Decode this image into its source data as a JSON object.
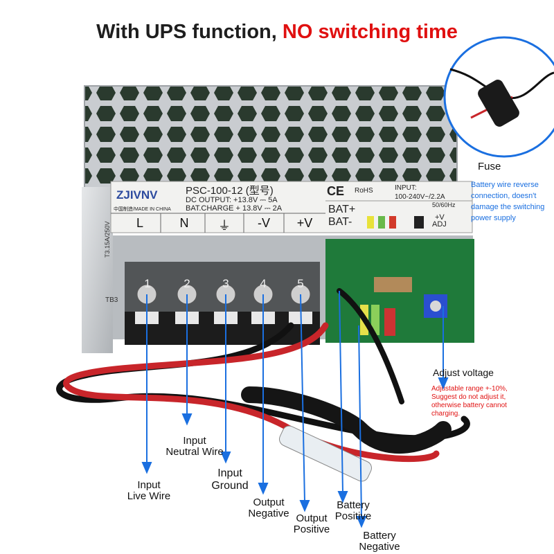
{
  "headline": {
    "part1": "With UPS function, ",
    "part2": "NO switching time"
  },
  "colors": {
    "headline_dark": "#1e1e1e",
    "headline_red": "#e01010",
    "arrow_blue": "#1a6fe0",
    "note_red": "#e01010",
    "pcb_green": "#1f7a3a"
  },
  "fuse": {
    "title": "Fuse",
    "note_lines": [
      "Battery wire reverse",
      "connection, doesn't",
      "damage the switching",
      "power supply"
    ]
  },
  "adjust": {
    "title": "Adjust voltage",
    "note_lines": [
      "Adjustable range +-10%,",
      "Suggest do not adjust it,",
      "otherwise battery cannot",
      "charging."
    ]
  },
  "plate": {
    "brand": "ZJIVNV",
    "model": "PSC-100-12 (型号)",
    "made_in": "中国制造/MADE IN CHINA",
    "dc_output": "DC OUTPUT:  +13.8V  ⎓ 5A",
    "bat_charge": "BAT.CHARGE + 13.8V  ⎓ 2A",
    "ce": "CE",
    "rohs": "RoHS",
    "input_title": "INPUT:",
    "input_value": "100-240V~/2.2A",
    "freq": "50/60Hz",
    "bat_plus": "BAT+",
    "bat_minus": "BAT-",
    "adj_top": "+V",
    "adj_bottom": "ADJ",
    "terminals": [
      "L",
      "N",
      "⏚",
      "-V",
      "+V"
    ]
  },
  "terminal_numbers": [
    "1",
    "2",
    "3",
    "4",
    "5"
  ],
  "side_print": "T3.15A/250V",
  "tb_print": "TB3",
  "wire_labels": [
    {
      "name": "input-live-wire",
      "lines": [
        "Input",
        "Live Wire"
      ]
    },
    {
      "name": "input-neutral-wire",
      "lines": [
        "Input",
        "Neutral Wire"
      ]
    },
    {
      "name": "input-ground",
      "lines": [
        "Input",
        "Ground"
      ]
    },
    {
      "name": "output-negative",
      "lines": [
        "Output",
        "Negative"
      ]
    },
    {
      "name": "output-positive",
      "lines": [
        "Output",
        "Positive"
      ]
    },
    {
      "name": "battery-positive",
      "lines": [
        "Battery",
        "Positive"
      ]
    },
    {
      "name": "battery-negative",
      "lines": [
        "Battery",
        "Negative"
      ]
    }
  ]
}
